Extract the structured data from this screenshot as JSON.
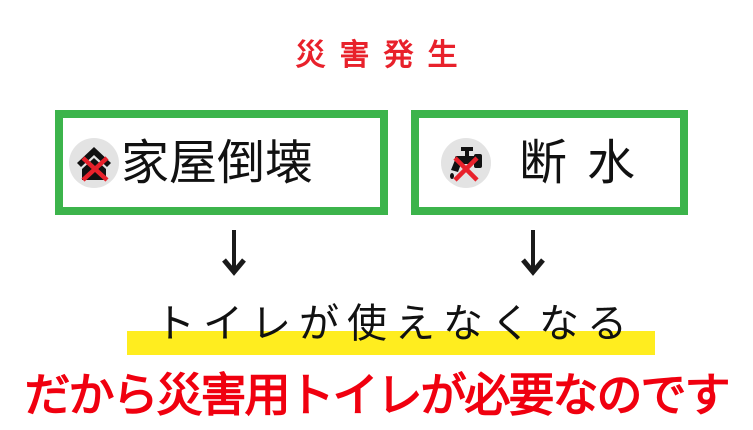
{
  "header": {
    "title": "災害発生",
    "color": "#e8212b"
  },
  "causes": [
    {
      "label": "家屋倒壊",
      "icon": "collapsed-house-icon",
      "border_color": "#3cb44b"
    },
    {
      "label": "断水",
      "icon": "no-water-faucet-icon",
      "border_color": "#3cb44b"
    }
  ],
  "arrows": [
    "↓",
    "↓"
  ],
  "result": {
    "text": "トイレが使えなくなる",
    "highlight_color": "#ffed1f"
  },
  "conclusion": {
    "text": "だから災害用トイレが必要なのです",
    "color": "#f0000f"
  }
}
